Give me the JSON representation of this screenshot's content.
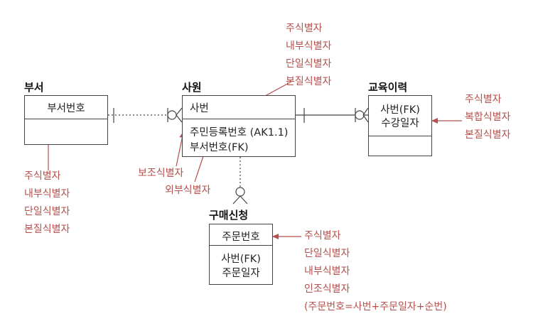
{
  "entities": {
    "dept": {
      "title": "부서",
      "key": "부서번호"
    },
    "emp": {
      "title": "사원",
      "key": "사번",
      "attr1": "주민등록번호 (AK1.1)",
      "attr2": "부서번호(FK)"
    },
    "edu": {
      "title": "교육이력",
      "key1": "사번(FK)",
      "key2": "수강일자"
    },
    "order": {
      "title": "구매신청",
      "key": "주문번호",
      "attr1": "사번(FK)",
      "attr2": "주문일자"
    }
  },
  "annotations": {
    "emp_top": [
      "주식별자",
      "내부식별자",
      "단일식별자",
      "본질식별자"
    ],
    "dept": [
      "주식별자",
      "내부식별자",
      "단일식별자",
      "본질식별자"
    ],
    "edu": [
      "주식별자",
      "복합식별자",
      "본질식별자"
    ],
    "aux": "보조식별자",
    "foreign": "외부식별자",
    "order": [
      "주식별자",
      "단일식별자",
      "내부식별자",
      "인조식별자",
      "(주문번호=사번+주문일자+순번)"
    ]
  },
  "colors": {
    "annotation": "#b5504c",
    "line": "#444444"
  }
}
